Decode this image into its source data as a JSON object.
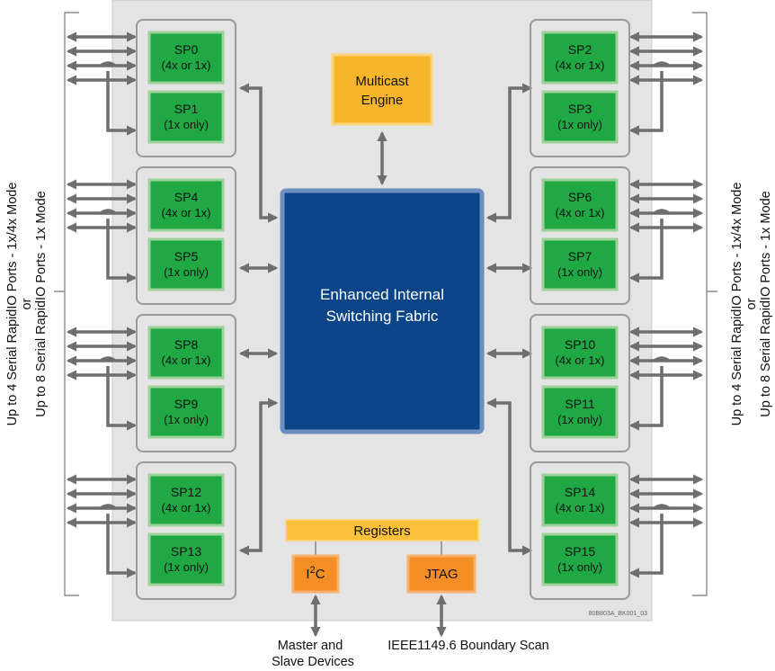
{
  "colors": {
    "chip_background": "#e4e4e4",
    "port_pair_border": "#9a9a9a",
    "port_fill": "#1fa843",
    "port_border": "#9dd09a",
    "fabric_fill": "#0c4587",
    "fabric_border": "#6d8fbf",
    "multicast_fill": "#f7b52c",
    "registers_fill": "#fbc03a",
    "interface_fill": "#f28e24",
    "arrow": "#6e6e6e"
  },
  "ports": [
    {
      "name": "SP0",
      "mode": "(4x or 1x)"
    },
    {
      "name": "SP1",
      "mode": "(1x only)"
    },
    {
      "name": "SP4",
      "mode": "(4x or 1x)"
    },
    {
      "name": "SP5",
      "mode": "(1x only)"
    },
    {
      "name": "SP8",
      "mode": "(4x or 1x)"
    },
    {
      "name": "SP9",
      "mode": "(1x only)"
    },
    {
      "name": "SP12",
      "mode": "(4x or 1x)"
    },
    {
      "name": "SP13",
      "mode": "(1x only)"
    },
    {
      "name": "SP2",
      "mode": "(4x or 1x)"
    },
    {
      "name": "SP3",
      "mode": "(1x only)"
    },
    {
      "name": "SP6",
      "mode": "(4x or 1x)"
    },
    {
      "name": "SP7",
      "mode": "(1x only)"
    },
    {
      "name": "SP10",
      "mode": "(4x or 1x)"
    },
    {
      "name": "SP11",
      "mode": "(1x only)"
    },
    {
      "name": "SP14",
      "mode": "(4x or 1x)"
    },
    {
      "name": "SP15",
      "mode": "(1x only)"
    }
  ],
  "fabric": {
    "line1": "Enhanced Internal",
    "line2": "Switching Fabric"
  },
  "multicast": {
    "line1": "Multicast",
    "line2": "Engine"
  },
  "registers": {
    "label": "Registers"
  },
  "i2c": {
    "label_i": "I",
    "label_sup": "2",
    "label_c": "C"
  },
  "jtag": {
    "label": "JTAG"
  },
  "bottom": {
    "master_line1": "Master and",
    "master_line2": "Slave Devices",
    "ieee": "IEEE1149.6 Boundary Scan"
  },
  "side_labels": {
    "line1": "Up to 4 Serial RapidIO Ports - 1x/4x Mode",
    "line2": "or",
    "line3": "Up to 8 Serial RapidIO Ports - 1x Mode"
  },
  "code": "80B803A_BK001_03"
}
